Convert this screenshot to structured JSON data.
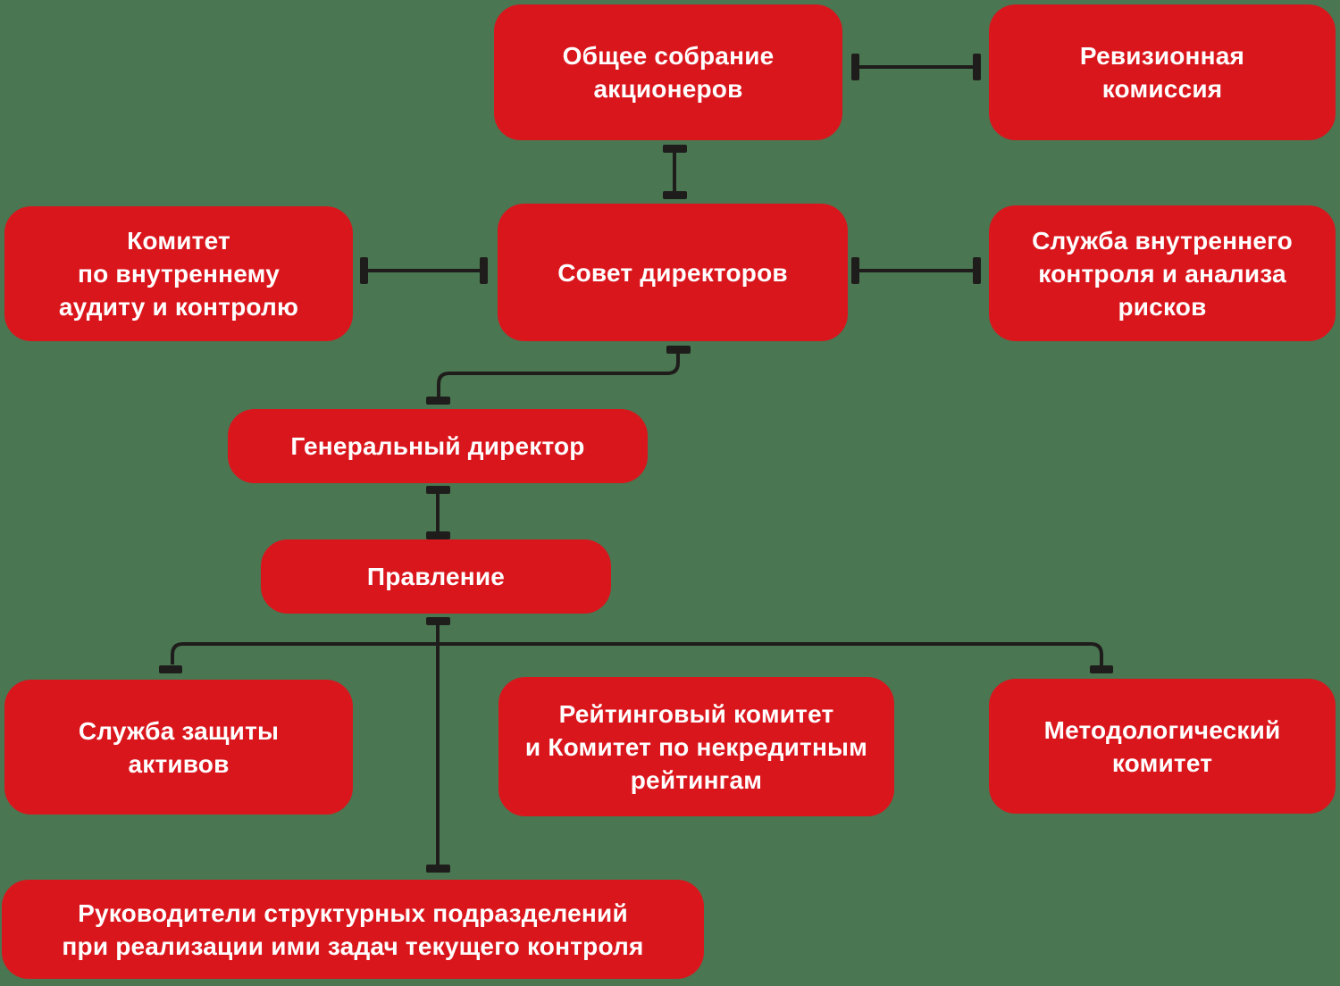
{
  "colors": {
    "node_red": "#DA161D",
    "background_green": "#4A7651",
    "connector_black": "#1F1D1B",
    "node_text": "#FFFFFF"
  },
  "nodes": [
    {
      "id": "obschee-sobranie-aktsionerov",
      "label": "Общее собрание акционеров",
      "lines": [
        "Общее собрание",
        "акционеров"
      ]
    },
    {
      "id": "revizionnaya-komissiya",
      "label": "Ревизионная комиссия",
      "lines": [
        "Ревизионная",
        "комиссия"
      ]
    },
    {
      "id": "komitet-po-vnutrennemu-auditu",
      "label": "Комитет по внутреннему аудиту и контролю",
      "lines": [
        "Комитет",
        "по внутреннему",
        "аудиту и контролю"
      ]
    },
    {
      "id": "sovet-direktorov",
      "label": "Совет директоров",
      "lines": [
        "Совет директоров"
      ]
    },
    {
      "id": "sluzhba-vnutrennego-kontrolya",
      "label": "Служба внутреннего контроля и анализа рисков",
      "lines": [
        "Служба внутреннего",
        "контроля и анализа",
        "рисков"
      ]
    },
    {
      "id": "generalnyy-direktor",
      "label": "Генеральный директор",
      "lines": [
        "Генеральный директор"
      ]
    },
    {
      "id": "pravlenie",
      "label": "Правление",
      "lines": [
        "Правление"
      ]
    },
    {
      "id": "sluzhba-zashchity-aktivov",
      "label": "Служба защиты активов",
      "lines": [
        "Служба защиты",
        "активов"
      ]
    },
    {
      "id": "reytingovyy-komitet",
      "label": "Рейтинговый комитет и Комитет по некредитным рейтингам",
      "lines": [
        "Рейтинговый комитет",
        "и Комитет по некредитным",
        "рейтингам"
      ]
    },
    {
      "id": "metodologicheskiy-komitet",
      "label": "Методологический комитет",
      "lines": [
        "Методологический",
        "комитет"
      ]
    },
    {
      "id": "rukovoditeli-strukturnykh-podrazdeleniy",
      "label": "Руководители структурных подразделений при реализации ими задач текущего контроля",
      "lines": [
        "Руководители структурных подразделений",
        "при реализации ими задач текущего контроля"
      ]
    }
  ],
  "connections": [
    {
      "from": "obschee-sobranie-aktsionerov",
      "to": "revizionnaya-komissiya",
      "type": "horizontal"
    },
    {
      "from": "obschee-sobranie-aktsionerov",
      "to": "sovet-direktorov",
      "type": "vertical"
    },
    {
      "from": "komitet-po-vnutrennemu-auditu",
      "to": "sovet-direktorov",
      "type": "horizontal"
    },
    {
      "from": "sovet-direktorov",
      "to": "sluzhba-vnutrennego-kontrolya",
      "type": "horizontal"
    },
    {
      "from": "sovet-direktorov",
      "to": "generalnyy-direktor",
      "type": "elbow"
    },
    {
      "from": "generalnyy-direktor",
      "to": "pravlenie",
      "type": "vertical"
    },
    {
      "from": "pravlenie",
      "to": "sluzhba-zashchity-aktivov",
      "type": "tree-branch"
    },
    {
      "from": "pravlenie",
      "to": "metodologicheskiy-komitet",
      "type": "tree-branch"
    },
    {
      "from": "pravlenie",
      "to": "rukovoditeli-strukturnykh-podrazdeleniy",
      "type": "tree-trunk"
    }
  ]
}
